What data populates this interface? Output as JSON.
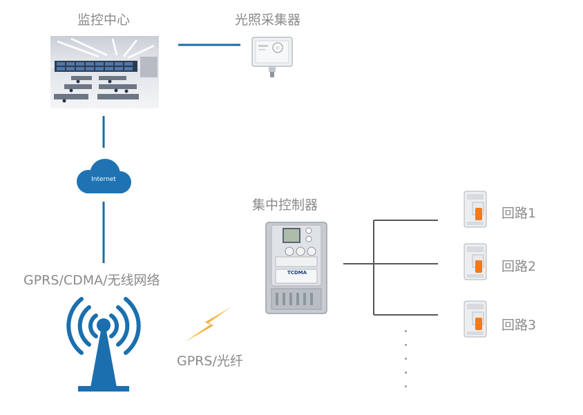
{
  "labels": {
    "monitor_center": "监控中心",
    "light_collector": "光照采集器",
    "internet": "Internet",
    "network": "GPRS/CDMA/无线网络",
    "concentrator": "集中控制器",
    "link": "GPRS/光纤"
  },
  "meter_brand": "TCDMA",
  "circuits": [
    {
      "label": "回路1"
    },
    {
      "label": "回路2"
    },
    {
      "label": "回路3"
    }
  ],
  "colors": {
    "connector_blue": "#1a6aa0",
    "antenna_blue": "#1b6fae",
    "cloud_blue": "#2073b2",
    "bolt_gold": "#f2b640",
    "bus_gray": "#555555",
    "breaker_orange": "#f07a1c",
    "label_gray": "#8a8a8a"
  },
  "icons": [
    "control-room-photo",
    "light-sensor-icon",
    "cloud-icon",
    "wireless-tower-icon",
    "lightning-icon",
    "meter-icon",
    "circuit-breaker-icon"
  ]
}
